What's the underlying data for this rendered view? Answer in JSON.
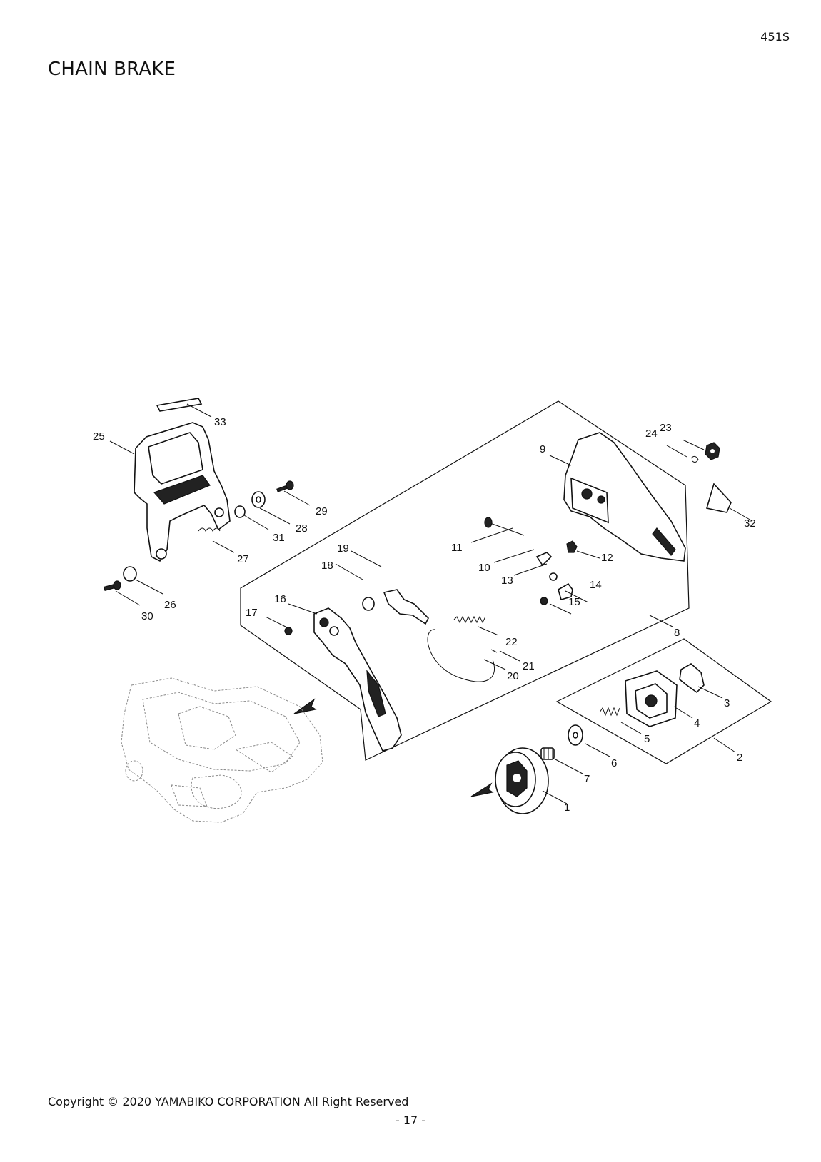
{
  "model": "451S",
  "title": "CHAIN BRAKE",
  "footer": {
    "copyright": "Copyright © 2020 YAMABIKO CORPORATION All Right Reserved",
    "page": "- 17 -"
  },
  "part_numbers": [
    "1",
    "2",
    "3",
    "4",
    "5",
    "6",
    "7",
    "8",
    "9",
    "10",
    "11",
    "12",
    "13",
    "14",
    "15",
    "16",
    "17",
    "18",
    "19",
    "20",
    "21",
    "22",
    "23",
    "24",
    "25",
    "26",
    "27",
    "28",
    "29",
    "30",
    "31",
    "32",
    "33"
  ]
}
